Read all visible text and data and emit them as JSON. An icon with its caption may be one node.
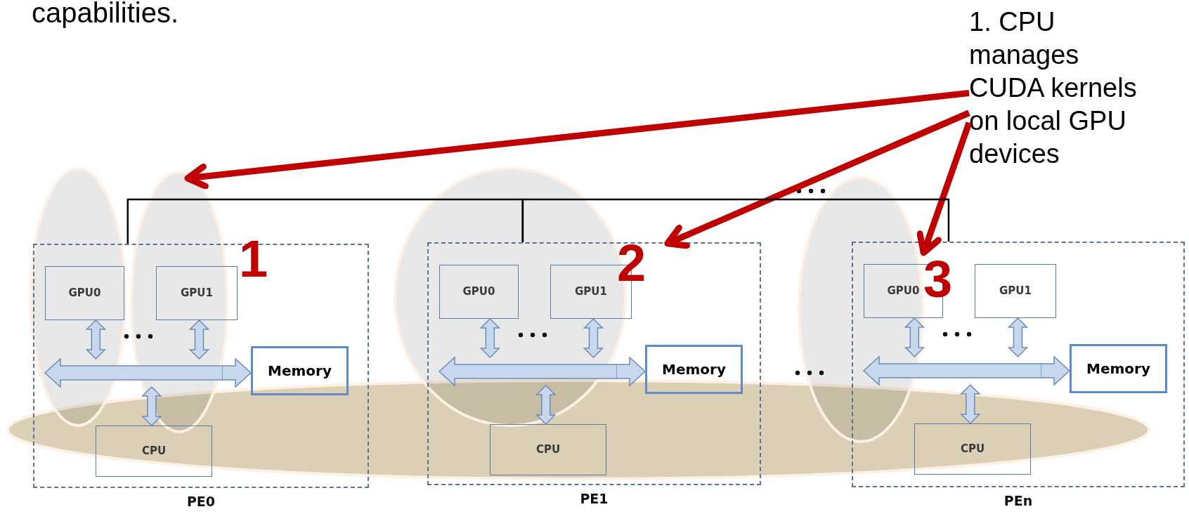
{
  "diagram": {
    "nodes": [
      {
        "text": [
          "1. CPU manages CUDA kernels on local GPU devices"
        ]
      },
      {
        "text": [
          "PE0"
        ]
      },
      {
        "text": [
          "GPU0"
        ],
        "in": 1
      },
      {
        "text": [
          "GPU1"
        ],
        "in": 1
      },
      {
        "text": [
          "Memory"
        ],
        "in": 1
      },
      {
        "text": [
          "CPU"
        ],
        "in": 1
      },
      {
        "text": [],
        "shape": "bar",
        "in": 1
      },
      {
        "text": [
          "PE1"
        ]
      },
      {
        "text": [
          "GPU0"
        ],
        "in": 7
      },
      {
        "text": [
          "GPU1"
        ],
        "in": 7
      },
      {
        "text": [
          "Memory"
        ],
        "in": 7
      },
      {
        "text": [
          "CPU"
        ],
        "in": 7
      },
      {
        "text": [],
        "shape": "bar",
        "in": 7
      },
      {
        "text": [
          "PEn"
        ]
      },
      {
        "text": [
          "GPU0"
        ],
        "in": 13
      },
      {
        "text": [
          "GPU1"
        ],
        "in": 13
      },
      {
        "text": [
          "Memory"
        ],
        "in": 13
      },
      {
        "text": [
          "CPU"
        ],
        "in": 13
      },
      {
        "text": [],
        "shape": "bar",
        "in": 13
      },
      {
        "text": [
          "2"
        ],
        "in": 7
      },
      {
        "text": [
          "3"
        ],
        "in": 13
      }
    ],
    "edges": [
      {
        "from": 0,
        "to": null,
        "arrow": "to",
        "color": "#c00000"
      },
      {
        "from": 0,
        "to": 19,
        "arrow": "to",
        "color": "#c00000"
      },
      {
        "from": 0,
        "to": 20,
        "arrow": "to",
        "color": "#c00000"
      },
      {
        "from": 1,
        "to": 7,
        "arrow": "none",
        "color": "#000000"
      },
      {
        "from": 7,
        "to": 13,
        "arrow": "none",
        "color": "#000000"
      },
      {
        "from": 2,
        "to": 6,
        "arrow": "both",
        "style": "thick"
      },
      {
        "from": 3,
        "to": 6,
        "arrow": "both",
        "style": "thick"
      },
      {
        "from": 6,
        "to": 5,
        "arrow": "both",
        "style": "thick"
      },
      {
        "from": 6,
        "to": 4,
        "arrow": "to",
        "style": "thick"
      },
      {
        "from": 8,
        "to": 12,
        "arrow": "both",
        "style": "thick"
      },
      {
        "from": 9,
        "to": 12,
        "arrow": "both",
        "style": "thick"
      },
      {
        "from": 12,
        "to": 11,
        "arrow": "both",
        "style": "thick"
      },
      {
        "from": 12,
        "to": 10,
        "arrow": "to",
        "style": "thick"
      },
      {
        "from": 14,
        "to": 18,
        "arrow": "both",
        "style": "thick"
      },
      {
        "from": 15,
        "to": 18,
        "arrow": "both",
        "style": "thick"
      },
      {
        "from": 18,
        "to": 17,
        "arrow": "both",
        "style": "thick"
      },
      {
        "from": 18,
        "to": 16,
        "arrow": "to",
        "style": "thick"
      }
    ],
    "labels": [
      "capabilities.",
      "1"
    ]
  }
}
